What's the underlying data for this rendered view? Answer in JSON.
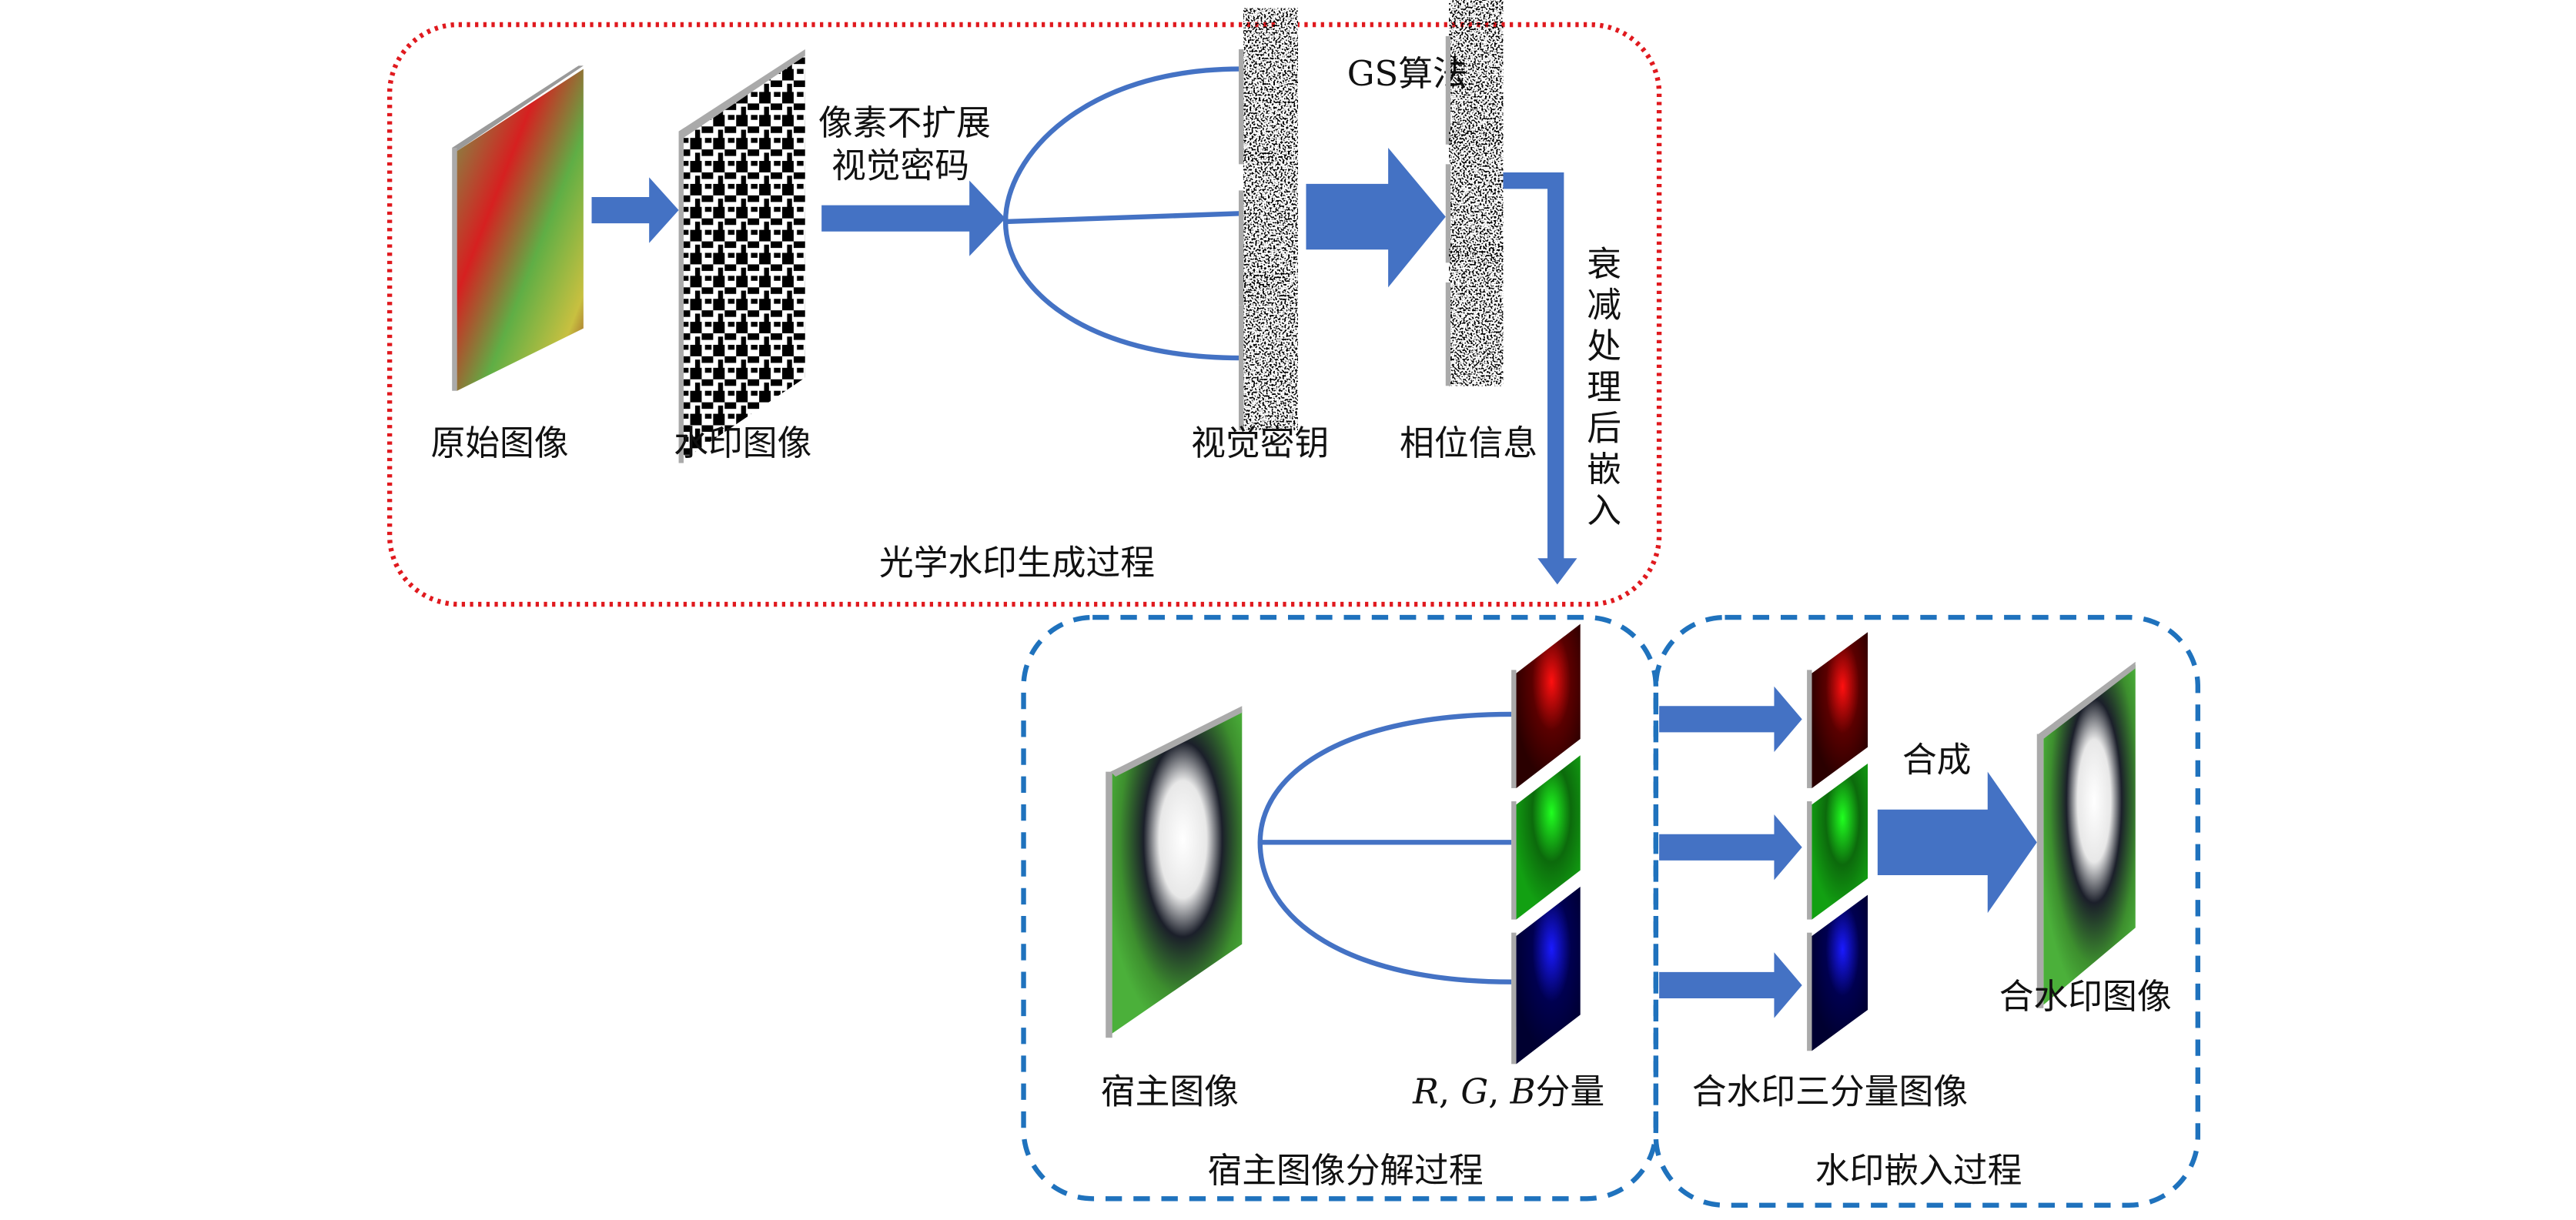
{
  "colors": {
    "arrow": "#4472C4",
    "red_border": "#E0191E",
    "blue_border": "#1F72BD"
  },
  "generation": {
    "title": "光学水印生成过程",
    "original_label": "原始图像",
    "watermark_label": "水印图像",
    "vc_label_line1": "像素不扩展",
    "vc_label_line2": "视觉密码",
    "keys_label": "视觉密钥",
    "gs_label": "GS算法",
    "phase_label": "相位信息",
    "attenuate_label": [
      "衰",
      "减",
      "处",
      "理",
      "后",
      "嵌",
      "入"
    ]
  },
  "decomposition": {
    "title": "宿主图像分解过程",
    "host_label": "宿主图像",
    "rgb_label_r": "R",
    "rgb_label_sep1": ",",
    "rgb_label_g": "G",
    "rgb_label_sep2": ",",
    "rgb_label_b": "B",
    "rgb_label_suffix": "分量"
  },
  "embedding": {
    "title": "水印嵌入过程",
    "three_component_label": "合水印三分量图像",
    "combine_label": "合成",
    "result_label": "合水印图像"
  }
}
